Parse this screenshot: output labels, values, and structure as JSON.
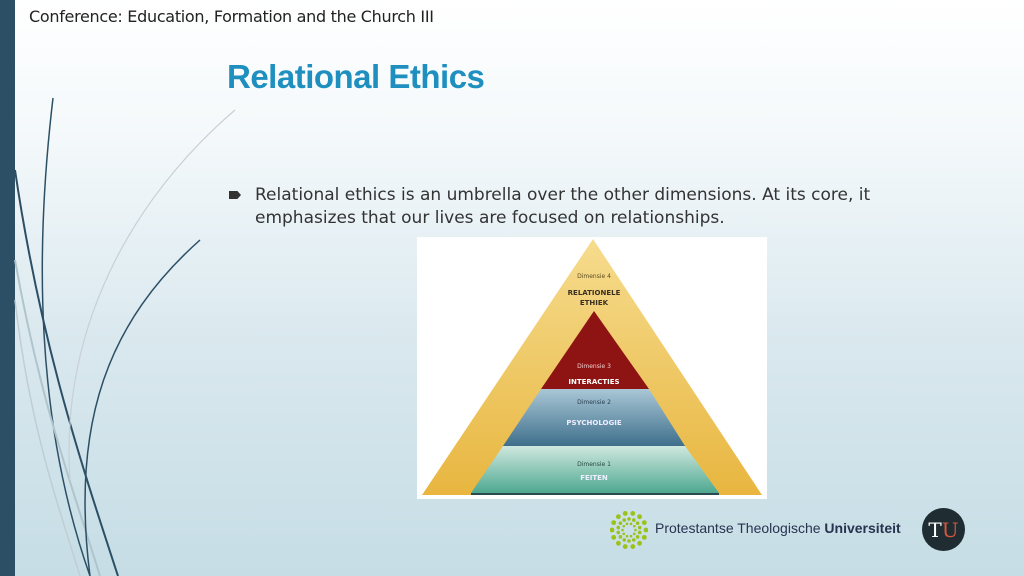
{
  "header": {
    "text": "Conference: Education, Formation and the Church III"
  },
  "slide": {
    "title": "Relational Ethics",
    "bullets": [
      "Relational ethics is an umbrella over the other dimensions. At its core, it emphasizes that our lives are focused on relationships."
    ]
  },
  "pyramid": {
    "layers": [
      {
        "dimension": "Dimensie 4",
        "label_line1": "RELATIONELE",
        "label_line2": "ETHIEK",
        "color": "#f0c35a"
      },
      {
        "dimension": "Dimensie 3",
        "label": "INTERACTIES",
        "color": "#8e1414"
      },
      {
        "dimension": "Dimensie 2",
        "label": "PSYCHOLOGIE",
        "color": "#5d8aa6"
      },
      {
        "dimension": "Dimensie 1",
        "label": "FEITEN",
        "color": "#7cbfae"
      }
    ]
  },
  "footer": {
    "university_name_regular": "Protestantse Theologische",
    "university_name_bold": "Universiteit",
    "tu_logo_t": "T",
    "tu_logo_u": "U"
  },
  "colors": {
    "sidebar": "#2c4f66",
    "title": "#1f8fbf",
    "logo_green": "#9cc21a"
  }
}
